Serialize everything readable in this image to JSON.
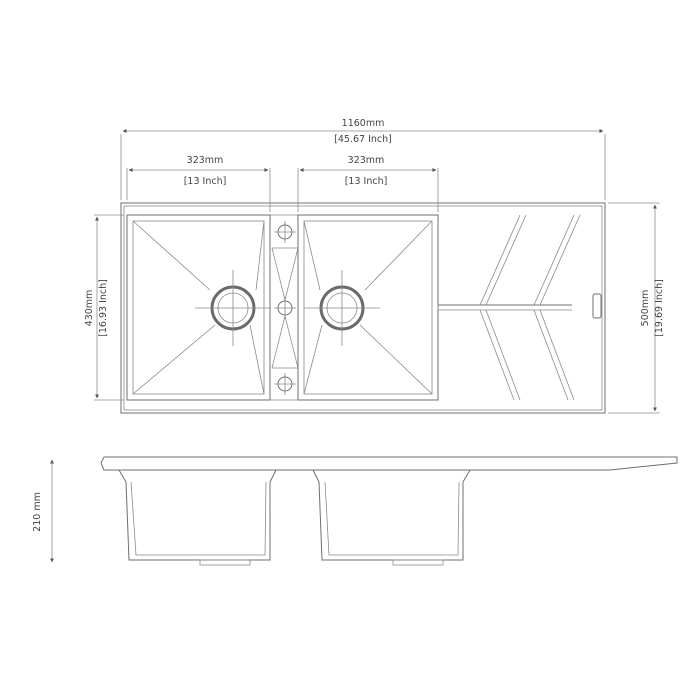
{
  "dimensions": {
    "overall_width_mm": "1160mm",
    "overall_width_inch": "[45.67 Inch]",
    "bowl_left_width_mm": "323mm",
    "bowl_left_width_inch": "[13 Inch]",
    "bowl_right_width_mm": "323mm",
    "bowl_right_width_inch": "[13 Inch]",
    "bowl_depth_mm": "430mm",
    "bowl_depth_inch": "[16.93 Inch]",
    "overall_depth_mm": "500mm",
    "overall_depth_inch": "[19.69 Inch]",
    "height_mm": "210 mm"
  },
  "colors": {
    "line": "#6f6f6f",
    "text": "#444444",
    "background": "#ffffff"
  }
}
